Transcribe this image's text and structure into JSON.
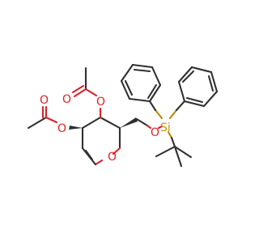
{
  "molecule": {
    "atom_labels": {
      "ring_oxygen": "O",
      "acetoxy_top_carbonyl_o": "O",
      "acetoxy_top_ester_o": "O",
      "acetoxy_left_carbonyl_o": "O",
      "acetoxy_left_ester_o": "O",
      "silyl_ether_o": "O",
      "silicon": "Si"
    },
    "colors": {
      "bond": "#303030",
      "oxygen": "#e02020",
      "silicon": "#c8900a"
    }
  }
}
